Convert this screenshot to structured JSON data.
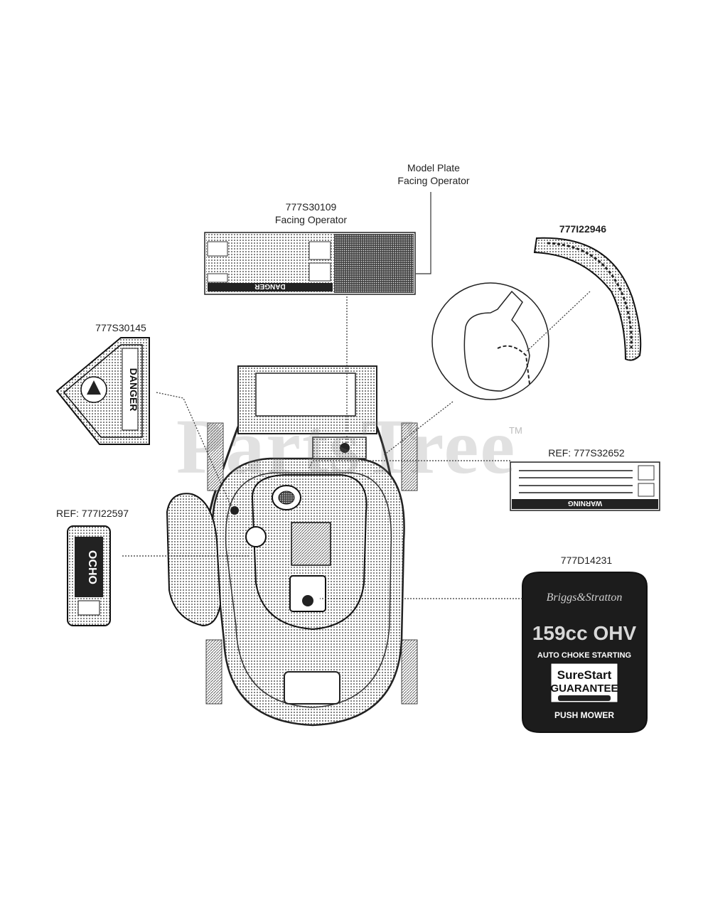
{
  "watermark": {
    "text": "PartsTree",
    "trademark": "TM"
  },
  "callouts": {
    "model_plate": {
      "line1": "Model Plate",
      "line2": "Facing Operator"
    },
    "s30109": {
      "line1": "777S30109",
      "line2": "Facing Operator"
    },
    "i22946": {
      "text": "777I22946"
    },
    "s30145": {
      "text": "777S30145"
    },
    "s32652": {
      "text": "REF: 777S32652"
    },
    "i22597": {
      "text": "REF: 777I22597"
    },
    "d14231": {
      "text": "777D14231"
    }
  },
  "decals": {
    "danger_panel": {
      "word": "DANGER"
    },
    "danger_side": {
      "word": "DANGER"
    },
    "warning_panel": {
      "word": "WARNING"
    },
    "choke_brand": {
      "word": "OCHO"
    },
    "engine": {
      "brand": "Briggs&Stratton",
      "displacement": "159cc OHV",
      "starting": "AUTO CHOKE STARTING",
      "guarantee_line1": "SureStart",
      "guarantee_line2": "GUARANTEE",
      "footer": "PUSH MOWER"
    }
  },
  "colors": {
    "ink": "#1a1a1a",
    "halftone": "#9a9a9a",
    "watermark": "#8a8a8a"
  }
}
